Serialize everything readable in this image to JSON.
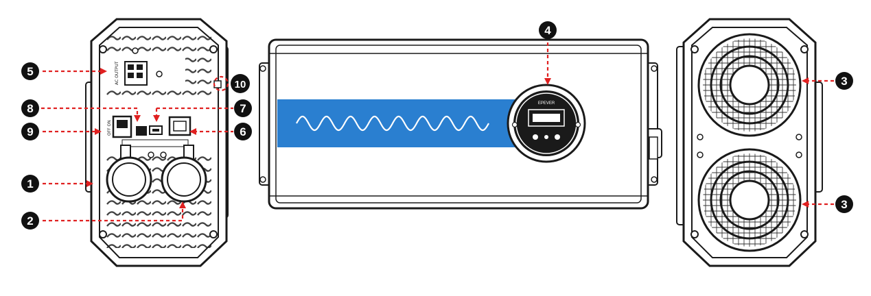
{
  "colors": {
    "outline": "#1a1a1a",
    "callout_fill": "#111111",
    "callout_line": "#e02020",
    "front_band": "#2a7fd0",
    "wave": "#ffffff"
  },
  "callouts": [
    {
      "id": "c1",
      "label": "1"
    },
    {
      "id": "c2",
      "label": "2"
    },
    {
      "id": "c3a",
      "label": "3"
    },
    {
      "id": "c3b",
      "label": "3"
    },
    {
      "id": "c4",
      "label": "4"
    },
    {
      "id": "c5",
      "label": "5"
    },
    {
      "id": "c6",
      "label": "6"
    },
    {
      "id": "c7",
      "label": "7"
    },
    {
      "id": "c8",
      "label": "8"
    },
    {
      "id": "c9",
      "label": "9"
    },
    {
      "id": "c10",
      "label": "10"
    }
  ],
  "panel_labels": {
    "ac_output": "AC OUTPUT",
    "off_on": "OFF ON",
    "display_brand": "EPEVER"
  }
}
